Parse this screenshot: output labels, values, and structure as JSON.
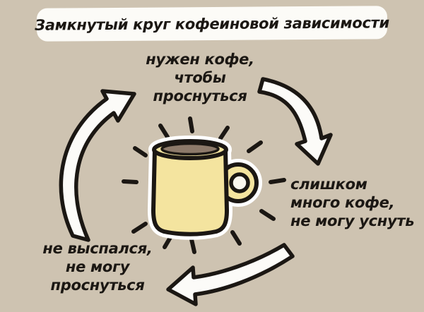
{
  "colors": {
    "bg": "#cec3b1",
    "panel": "#fcfbf7",
    "ink": "#1b1713",
    "mug": "#f4e49f",
    "coffee": "#8d7a6a",
    "arrow": "#fcfbf8"
  },
  "title": {
    "text": "Замкнутый круг кофеиновой зависимости"
  },
  "cycle": {
    "steps": [
      {
        "id": "need-coffee-to-wake-up",
        "position": "top",
        "label": "нужен кофе,\nчтобы\nпроснуться"
      },
      {
        "id": "too-much-coffee-cant-sleep",
        "position": "right",
        "label": "слишком\nмного кофе,\nне могу уснуть"
      },
      {
        "id": "underslept-cant-wake-up",
        "position": "bottom-left",
        "label": "не выспался,\nне могу\nпроснуться"
      }
    ]
  },
  "center_icon": "coffee-mug-icon",
  "arrow_icons": [
    "curved-arrow-up-icon",
    "curved-arrow-down-right-icon",
    "curved-arrow-left-icon"
  ]
}
